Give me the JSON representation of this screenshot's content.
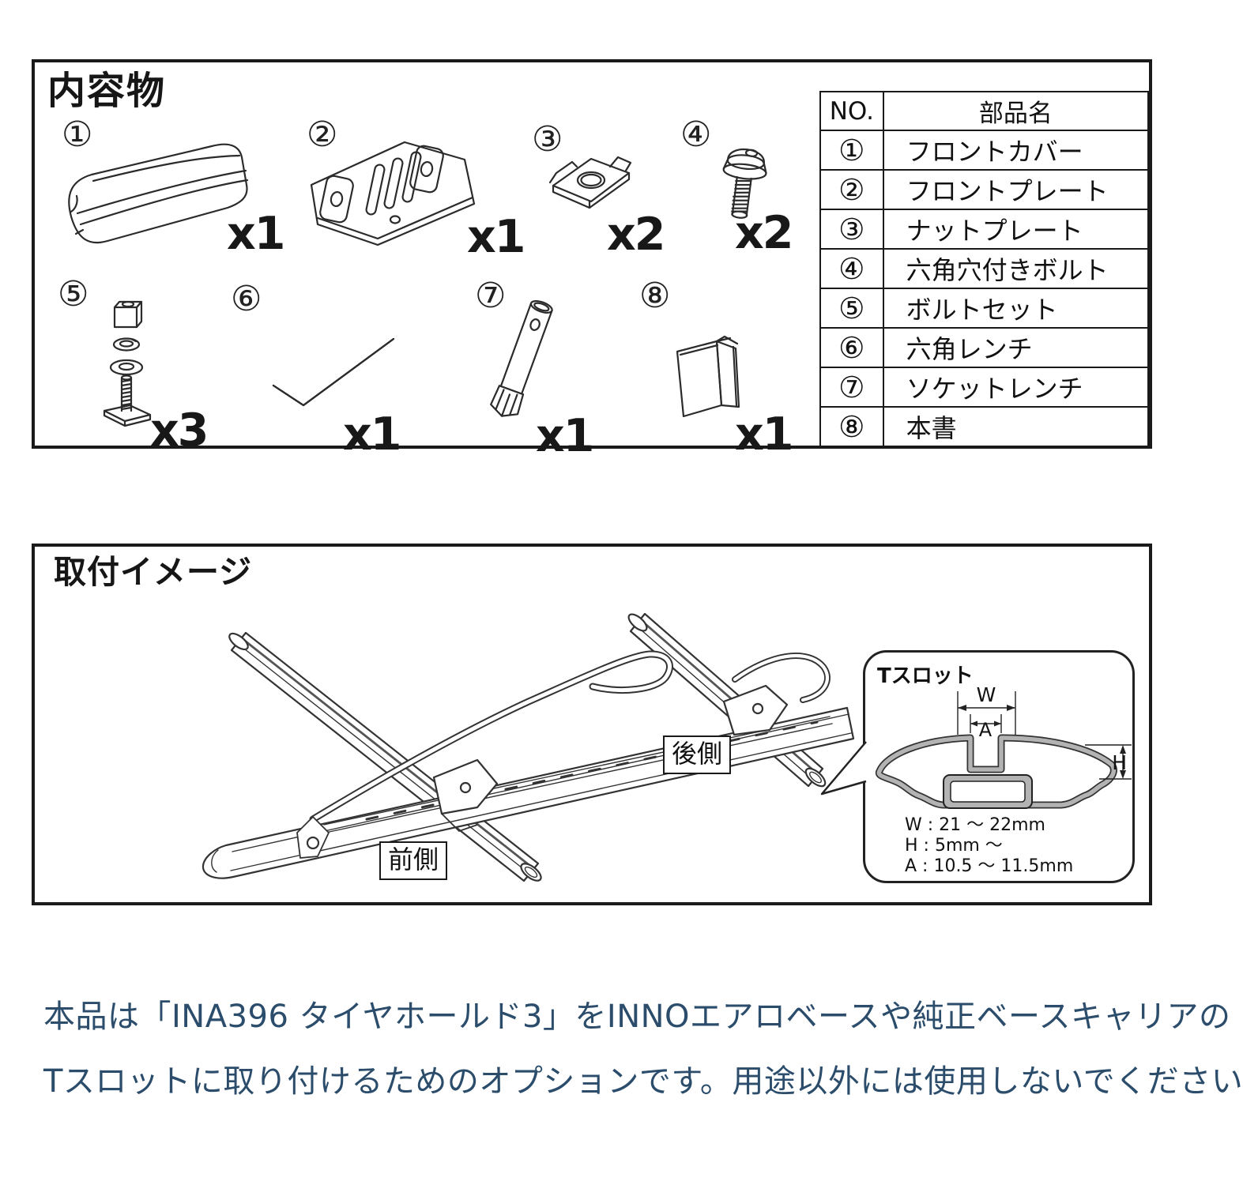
{
  "colors": {
    "ink": "#1a1a1a",
    "description_text": "#2b4d6b",
    "tube_gray": "#b3b3b3"
  },
  "contents_panel": {
    "title": "内容物",
    "parts": [
      {
        "no": "①",
        "qty": "x1"
      },
      {
        "no": "②",
        "qty": "x1"
      },
      {
        "no": "③",
        "qty": "x2"
      },
      {
        "no": "④",
        "qty": "x2"
      },
      {
        "no": "⑤",
        "qty": "x3"
      },
      {
        "no": "⑥",
        "qty": "x1"
      },
      {
        "no": "⑦",
        "qty": "x1"
      },
      {
        "no": "⑧",
        "qty": "x1"
      }
    ],
    "table": {
      "headers": [
        "NO.",
        "部品名"
      ],
      "rows": [
        [
          "①",
          "フロントカバー"
        ],
        [
          "②",
          "フロントプレート"
        ],
        [
          "③",
          "ナットプレート"
        ],
        [
          "④",
          "六角穴付きボルト"
        ],
        [
          "⑤",
          "ボルトセット"
        ],
        [
          "⑥",
          "六角レンチ"
        ],
        [
          "⑦",
          "ソケットレンチ"
        ],
        [
          "⑧",
          "本書"
        ]
      ]
    }
  },
  "installation_panel": {
    "title": "取付イメージ",
    "front_label": "前側",
    "rear_label": "後側",
    "tslot_callout": {
      "title": "Tスロット",
      "dims": {
        "w": "W",
        "a": "A",
        "h": "H"
      },
      "specs": [
        "W : 21 ～ 22mm",
        "H : 5mm ～",
        "A : 10.5 ～ 11.5mm"
      ]
    }
  },
  "description": {
    "line1": "本品は「INA396 タイヤホールド3」をINNOエアロベースや純正ベースキャリアの",
    "line2": "Tスロットに取り付けるためのオプションです。用途以外には使用しないでください"
  }
}
